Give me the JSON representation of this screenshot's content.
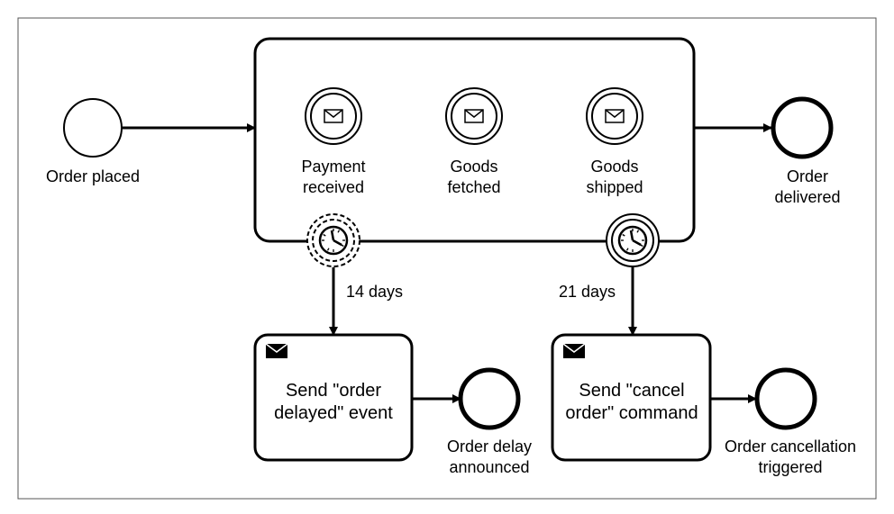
{
  "diagram": {
    "start_event": {
      "label": [
        "Order placed"
      ]
    },
    "subprocess": {
      "events": [
        {
          "id": "payment",
          "label": [
            "Payment",
            "received"
          ]
        },
        {
          "id": "fetched",
          "label": [
            "Goods",
            "fetched"
          ]
        },
        {
          "id": "shipped",
          "label": [
            "Goods",
            "shipped"
          ]
        }
      ]
    },
    "end_delivered": {
      "label": [
        "Order",
        "delivered"
      ]
    },
    "timer_14": {
      "label": "14 days"
    },
    "timer_21": {
      "label": "21 days"
    },
    "task_delay": {
      "label": [
        "Send \"order",
        "delayed\" event"
      ]
    },
    "end_delay": {
      "label": [
        "Order delay",
        "announced"
      ]
    },
    "task_cancel": {
      "label": [
        "Send \"cancel",
        "order\" command"
      ]
    },
    "end_cancel": {
      "label": [
        "Order cancellation",
        "triggered"
      ]
    }
  }
}
